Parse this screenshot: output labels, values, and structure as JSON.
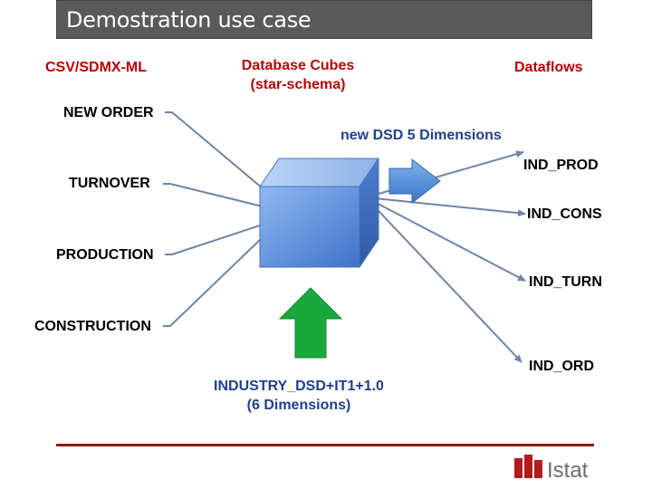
{
  "title": "Demostration use case",
  "headers": {
    "csv": "CSV/SDMX-ML",
    "db_line1": "Database Cubes",
    "db_line2": "(star-schema)",
    "dataflows": "Dataflows"
  },
  "inputs": [
    "NEW ORDER",
    "TURNOVER",
    "PRODUCTION",
    "CONSTRUCTION"
  ],
  "dsd_label": "new DSD 5 Dimensions",
  "outputs": [
    "IND_PROD",
    "IND_CONS",
    "IND_TURN",
    "IND_ORD"
  ],
  "bottom_label_line1": "INDUSTRY_DSD+IT1+1.0",
  "bottom_label_line2": "(6 Dimensions)",
  "logo_text": "Istat",
  "colors": {
    "title_bg": "#5a5a5a",
    "header_red": "#c00000",
    "dsd_blue": "#1f3f93",
    "cube_front": "#6f9fe6",
    "connector": "#6f84a8",
    "green_arrow": "#1aa83a",
    "blue_arrow": "#4a8ad9",
    "footer": "#8b1a1a"
  }
}
